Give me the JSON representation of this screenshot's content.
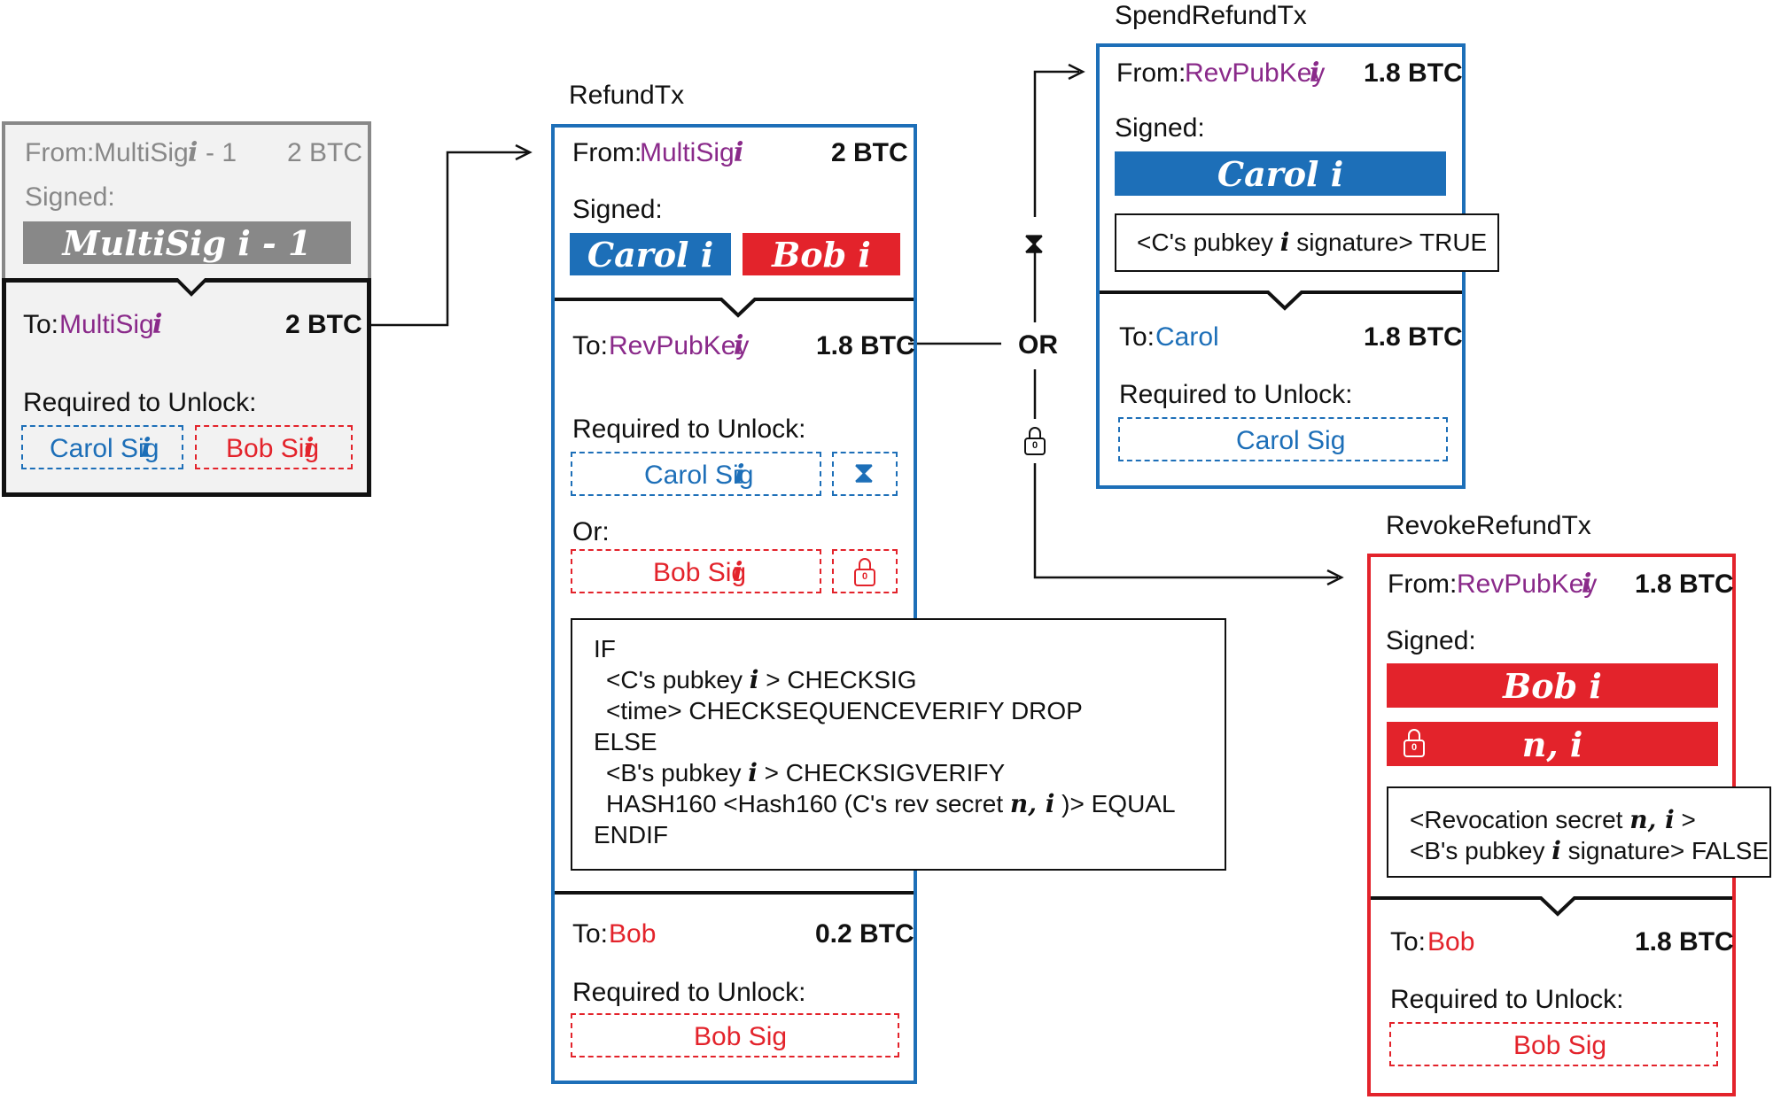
{
  "left_box": {
    "from_label": "From:",
    "from_value": "MultiSig",
    "from_index": "i",
    "from_suffix": "- 1",
    "from_amount": "2 BTC",
    "signed_label": "Signed:",
    "sig_bar": "MultiSig i - 1",
    "to_label": "To:",
    "to_value": "MultiSig",
    "to_index": "i",
    "to_amount": "2 BTC",
    "required_label": "Required to Unlock:",
    "req_carol": "Carol Sig",
    "req_bob": "Bob Sig",
    "req_index": "i"
  },
  "refund": {
    "title": "RefundTx",
    "from_label": "From:",
    "from_value": "MultiSig",
    "from_index": "i",
    "from_amount": "2 BTC",
    "signed_label": "Signed:",
    "sig_carol": "Carol i",
    "sig_bob": "Bob i",
    "to1_label": "To:",
    "to1_value": "RevPubKey",
    "to1_index": "i",
    "to1_amount": "1.8 BTC",
    "required_label": "Required to Unlock:",
    "req_carol": "Carol Sig",
    "req_bob": "Bob Sig",
    "req_index": "i",
    "or_label": "Or:",
    "to2_label": "To:",
    "to2_value": "Bob",
    "to2_amount": "0.2 BTC",
    "required2_label": "Required to Unlock:",
    "req2_bob": "Bob Sig",
    "script": {
      "l1": "IF",
      "l2a": "<C's pubkey",
      "l2i": "i",
      "l2b": "> CHECKSIG",
      "l3": "<time> CHECKSEQUENCEVERIFY DROP",
      "l4": "ELSE",
      "l5a": "<B's pubkey",
      "l5i": "i",
      "l5b": "> CHECKSIGVERIFY",
      "l6a": "HASH160 <Hash160 (C's rev secret",
      "l6i": "n, i",
      "l6b": ")> EQUAL",
      "l7": "ENDIF"
    }
  },
  "or_node": "OR",
  "spend": {
    "title": "SpendRefundTx",
    "from_label": "From:",
    "from_value": "RevPubKey",
    "from_index": "i",
    "from_amount": "1.8 BTC",
    "signed_label": "Signed:",
    "sig_carol": "Carol i",
    "witness_a": "<C's pubkey",
    "witness_i": "i",
    "witness_b": "signature> TRUE",
    "to_label": "To:",
    "to_value": "Carol",
    "to_amount": "1.8 BTC",
    "required_label": "Required to Unlock:",
    "req_carol": "Carol Sig"
  },
  "revoke": {
    "title": "RevokeRefundTx",
    "from_label": "From:",
    "from_value": "RevPubKey",
    "from_index": "i",
    "from_amount": "1.8 BTC",
    "signed_label": "Signed:",
    "sig_bob": "Bob i",
    "sig_secret": "n, i",
    "witness_l1a": "<Revocation secret",
    "witness_l1i": "n, i",
    "witness_l1b": ">",
    "witness_l2a": "<B's pubkey",
    "witness_l2i": "i",
    "witness_l2b": "signature> FALSE",
    "to_label": "To:",
    "to_value": "Bob",
    "to_amount": "1.8 BTC",
    "required_label": "Required to Unlock:",
    "req_bob": "Bob Sig"
  },
  "colors": {
    "blue": "#1d6fb8",
    "red": "#e3232b",
    "purple": "#8a2a8a",
    "grey": "#888888"
  },
  "icons": [
    "hourglass-icon",
    "lock-icon"
  ]
}
